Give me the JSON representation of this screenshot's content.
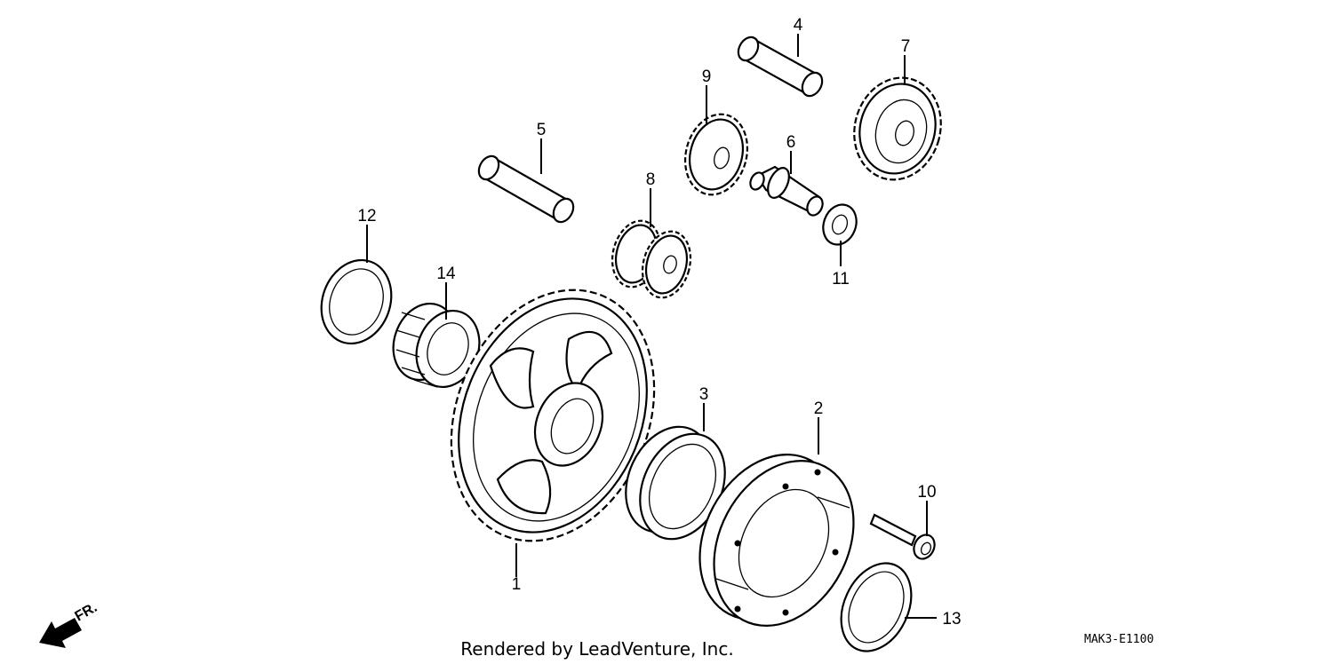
{
  "diagram": {
    "parts": [
      {
        "id": "1",
        "label": "1"
      },
      {
        "id": "2",
        "label": "2"
      },
      {
        "id": "3",
        "label": "3"
      },
      {
        "id": "4",
        "label": "4"
      },
      {
        "id": "5",
        "label": "5"
      },
      {
        "id": "6",
        "label": "6"
      },
      {
        "id": "7",
        "label": "7"
      },
      {
        "id": "8",
        "label": "8"
      },
      {
        "id": "9",
        "label": "9"
      },
      {
        "id": "10",
        "label": "10"
      },
      {
        "id": "11",
        "label": "11"
      },
      {
        "id": "12",
        "label": "12"
      },
      {
        "id": "13",
        "label": "13"
      },
      {
        "id": "14",
        "label": "14"
      }
    ],
    "direction_label": "FR.",
    "diagram_code": "MAK3-E1100",
    "credit": "Rendered by LeadVenture, Inc."
  }
}
